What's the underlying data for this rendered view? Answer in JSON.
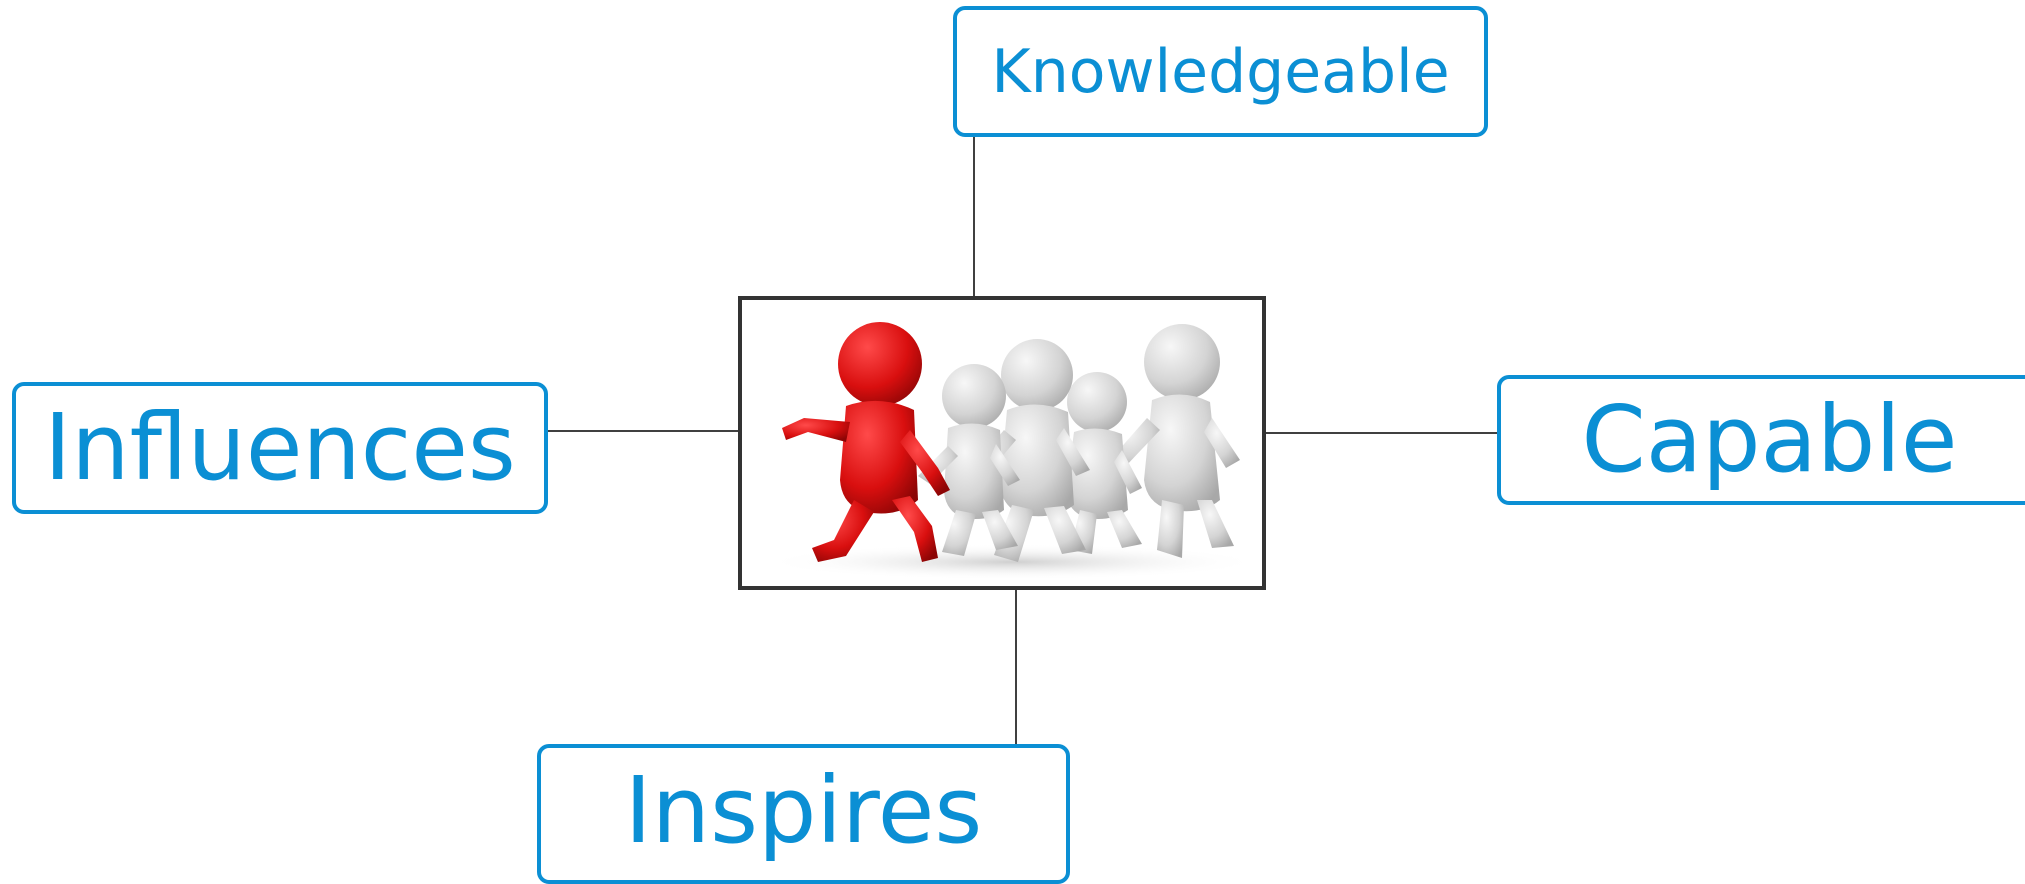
{
  "diagram": {
    "center": {
      "icon": "team-of-figures-with-red-leader-icon"
    },
    "nodes": {
      "top": {
        "label": "Knowledgeable"
      },
      "left": {
        "label": "Influences"
      },
      "right": {
        "label": "Capable"
      },
      "bottom": {
        "label": "Inspires"
      }
    }
  },
  "colors": {
    "node_border": "#0b8fd4",
    "node_text": "#0b8fd4",
    "connector": "#404040",
    "leader": "#d90f0f",
    "followers": "#d4d4d4"
  }
}
